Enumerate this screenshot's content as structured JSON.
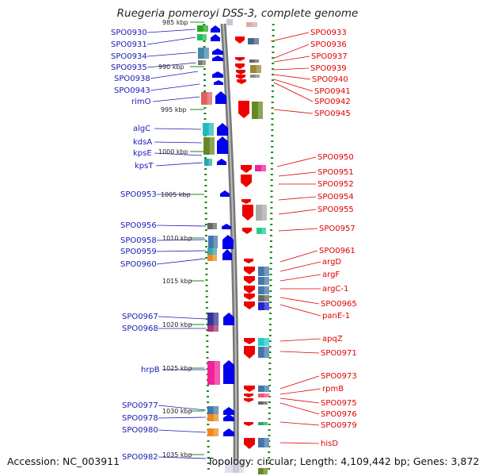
{
  "title": "Ruegeria pomeroyi DSS-3, complete genome",
  "accession": "Accession: NC_003911",
  "topology": "Topology: circular; Length: 4,109,442 bp; Genes: 3,872",
  "colors": {
    "left_label": "#1a1ab4",
    "right_label": "#e00000",
    "forward_arrow": "#0000ee",
    "reverse_arrow": "#ee0000",
    "tick": "#1a8a1a",
    "backbone": "#8c8c8c"
  },
  "kbp_ticks": [
    "985 kbp",
    "990 kbp",
    "995 kbp",
    "1000 kbp",
    "1005 kbp",
    "1010 kbp",
    "1015 kbp",
    "1020 kbp",
    "1025 kbp",
    "1030 kbp",
    "1035 kbp"
  ],
  "left_genes": [
    "SPO0930",
    "SPO0931",
    "SPO0934",
    "SPO0935",
    "SPO0938",
    "SPO0943",
    "rimO",
    "algC",
    "kdsA",
    "kpsE",
    "kpsT",
    "SPO0953",
    "SPO0956",
    "SPO0958",
    "SPO0959",
    "SPO0960",
    "SPO0967",
    "SPO0968",
    "hrpB",
    "SPO0977",
    "SPO0978",
    "SPO0980",
    "SPO0982"
  ],
  "right_genes": [
    "SPO0933",
    "SPO0936",
    "SPO0937",
    "SPO0939",
    "SPO0940",
    "SPO0941",
    "SPO0942",
    "SPO0945",
    "SPO0950",
    "SPO0951",
    "SPO0952",
    "SPO0954",
    "SPO0955",
    "SPO0957",
    "SPO0961",
    "argD",
    "argF",
    "argC-1",
    "SPO0965",
    "panE-1",
    "apqZ",
    "SPO0971",
    "SPO0973",
    "rpmB",
    "SPO0975",
    "SPO0976",
    "SPO0979",
    "hisD"
  ]
}
